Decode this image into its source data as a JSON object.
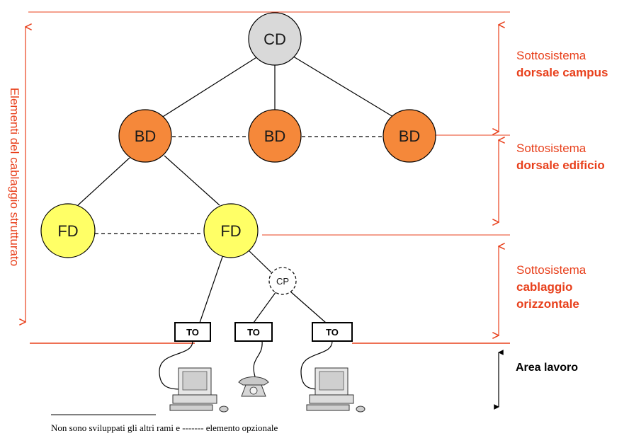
{
  "nodes": {
    "cd": "CD",
    "bd_left": "BD",
    "bd_mid": "BD",
    "bd_right": "BD",
    "fd_left": "FD",
    "fd_right": "FD",
    "cp": "CP",
    "to_1": "TO",
    "to_2": "TO",
    "to_3": "TO"
  },
  "subsystems": {
    "campus_line1": "Sottosistema",
    "campus_line2": "dorsale campus",
    "building_line1": "Sottosistema",
    "building_line2": "dorsale edificio",
    "horizontal_line1": "Sottosistema",
    "horizontal_line2": "cablaggio",
    "horizontal_line3": "orizzontale",
    "work_area": "Area lavoro"
  },
  "vertical_label": "Elementi del cablaggio strutturato",
  "footnote": "Non sono sviluppati gli altri rami e ------- elemento opzionale",
  "colors": {
    "accent": "#e8401c",
    "cd_fill": "#d9d9d9",
    "bd_fill": "#f5883a",
    "fd_fill": "#ffff66",
    "cp_fill": "#ffffff"
  },
  "icons": [
    "computer-icon",
    "telephone-icon",
    "computer-icon"
  ]
}
